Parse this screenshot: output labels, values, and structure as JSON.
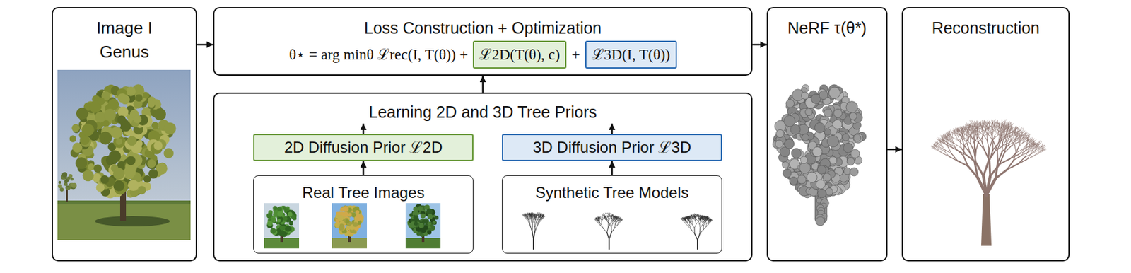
{
  "diagram": {
    "nodes": [
      {
        "text": [
          "Image I",
          "Genus"
        ]
      },
      {
        "text": [
          "Loss Construction + Optimization",
          "θ⋆ = arg minθ ℒrec(I, T(θ)) +",
          "+"
        ]
      },
      {
        "text": [
          "ℒ2D(T(θ), c)"
        ],
        "in": 1
      },
      {
        "text": [
          "ℒ3D(I, T(θ))"
        ],
        "in": 1
      },
      {
        "text": [
          "Learning 2D and 3D Tree Priors"
        ]
      },
      {
        "text": [
          "2D Diffusion Prior ℒ2D"
        ],
        "in": 4
      },
      {
        "text": [
          "3D Diffusion Prior ℒ3D"
        ],
        "in": 4
      },
      {
        "text": [
          "Real Tree Images"
        ],
        "in": 4
      },
      {
        "text": [
          "Synthetic Tree Models"
        ],
        "in": 4
      },
      {
        "text": [
          "NeRF τ(θ*)"
        ]
      },
      {
        "text": [
          "Reconstruction"
        ]
      }
    ],
    "edges": [
      {
        "from": 0,
        "to": 1,
        "arrow": "to"
      },
      {
        "from": 4,
        "to": 1,
        "arrow": "to"
      },
      {
        "from": 7,
        "to": 5,
        "arrow": "to"
      },
      {
        "from": 8,
        "to": 6,
        "arrow": "to"
      },
      {
        "from": 5,
        "to": 4,
        "arrow": "to"
      },
      {
        "from": 6,
        "to": 4,
        "arrow": "to"
      },
      {
        "from": 1,
        "to": 9,
        "arrow": "to"
      },
      {
        "from": 9,
        "to": 10,
        "arrow": "to"
      }
    ]
  }
}
